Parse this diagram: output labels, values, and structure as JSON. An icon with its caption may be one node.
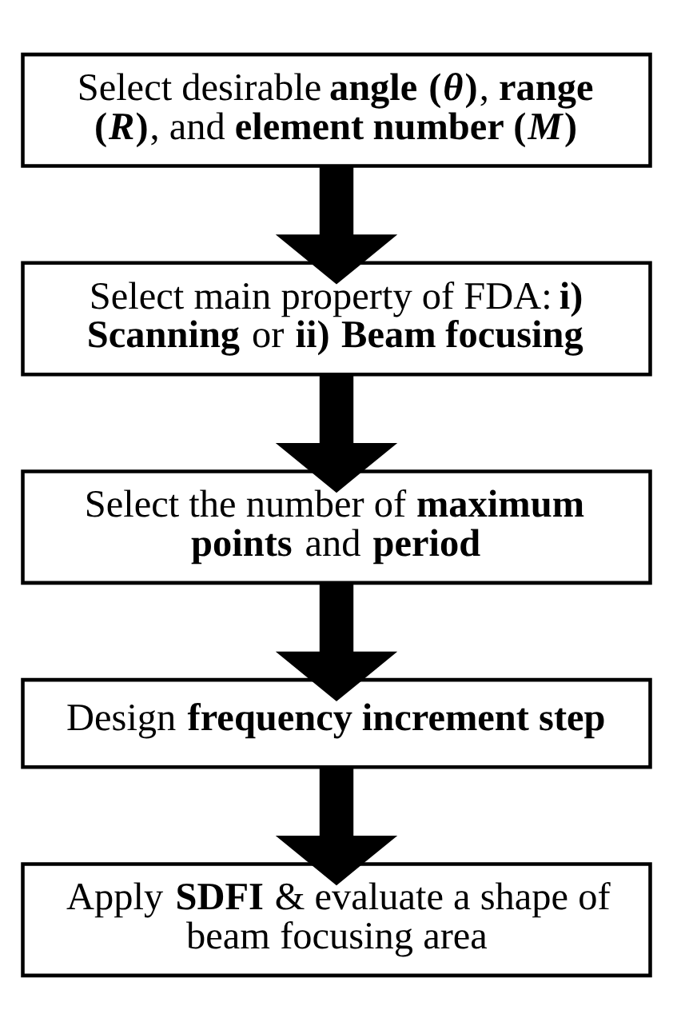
{
  "diagram": {
    "nodes": [
      {
        "text": [
          "Select desirable **angle (*θ*)**, **range (*R*)**, and **element number (*M*)**"
        ]
      },
      {
        "text": [
          "Select main property of FDA: **i) Scanning** or **ii) Beam focusing**"
        ]
      },
      {
        "text": [
          "Select the number of **maximum points** and **period**"
        ]
      },
      {
        "text": [
          "Design **frequency increment step**"
        ]
      },
      {
        "text": [
          "Apply **SDFI** & evaluate a shape of beam focusing area"
        ]
      }
    ],
    "edges": [
      {
        "from": 0,
        "to": 1,
        "arrow": "to"
      },
      {
        "from": 1,
        "to": 2,
        "arrow": "to"
      },
      {
        "from": 2,
        "to": 3,
        "arrow": "to"
      },
      {
        "from": 3,
        "to": 4,
        "arrow": "to"
      }
    ]
  }
}
